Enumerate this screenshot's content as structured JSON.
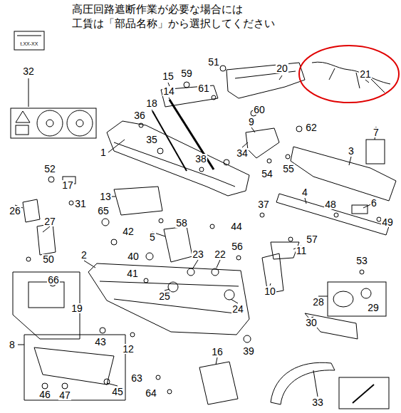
{
  "diagram": {
    "labels": [
      "高圧回路遮断作業が必要な場合には",
      "工賃は「部品名称」から選択してください",
      "t.XX-XX",
      "1",
      "2",
      "3",
      "4",
      "5",
      "6",
      "7",
      "8",
      "9",
      "10",
      "11",
      "12",
      "13",
      "14",
      "15",
      "16",
      "17",
      "18",
      "19",
      "20",
      "21",
      "22",
      "23",
      "24",
      "25",
      "26",
      "27",
      "28",
      "29",
      "30",
      "31",
      "32",
      "33",
      "34",
      "35",
      "36",
      "37",
      "38",
      "39",
      "40",
      "41",
      "42",
      "43",
      "44",
      "45",
      "46",
      "47",
      "48",
      "49",
      "50",
      "51",
      "52",
      "53",
      "54",
      "55",
      "56",
      "57",
      "58",
      "59",
      "60",
      "61",
      "62",
      "63",
      "64",
      "65",
      "66"
    ]
  }
}
